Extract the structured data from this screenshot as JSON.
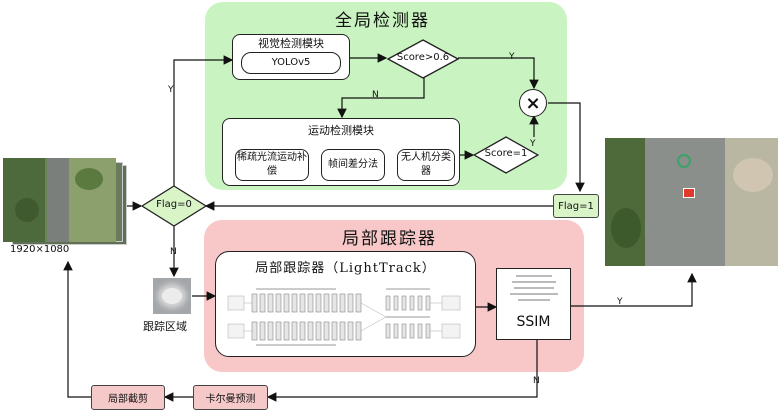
{
  "global_detector": {
    "title": "全局检测器",
    "visual_module": {
      "title": "视觉检测模块",
      "model": "YOLOv5"
    },
    "score_threshold": "Score>0.6",
    "motion_module": {
      "title": "运动检测模块",
      "steps": [
        "稀疏光流运动补偿",
        "帧间差分法",
        "无人机分类器"
      ]
    },
    "score_equal": "Score=1",
    "multiply_symbol": "×"
  },
  "local_tracker": {
    "title": "局部跟踪器",
    "network_title": "局部跟踪器（LightTrack）",
    "ssim": "SSIM",
    "tracking_region_label": "跟踪区域"
  },
  "flags": {
    "flag0": "Flag=0",
    "flag1": "Flag=1"
  },
  "input_resolution": "1920×1080",
  "bottom": {
    "kalman": "卡尔曼预测",
    "crop": "局部截剪"
  },
  "edge_labels": {
    "yes": "Y",
    "no": "N"
  },
  "colors": {
    "green_region": "#c9f3c0",
    "pink_region": "#f8c8c8"
  }
}
